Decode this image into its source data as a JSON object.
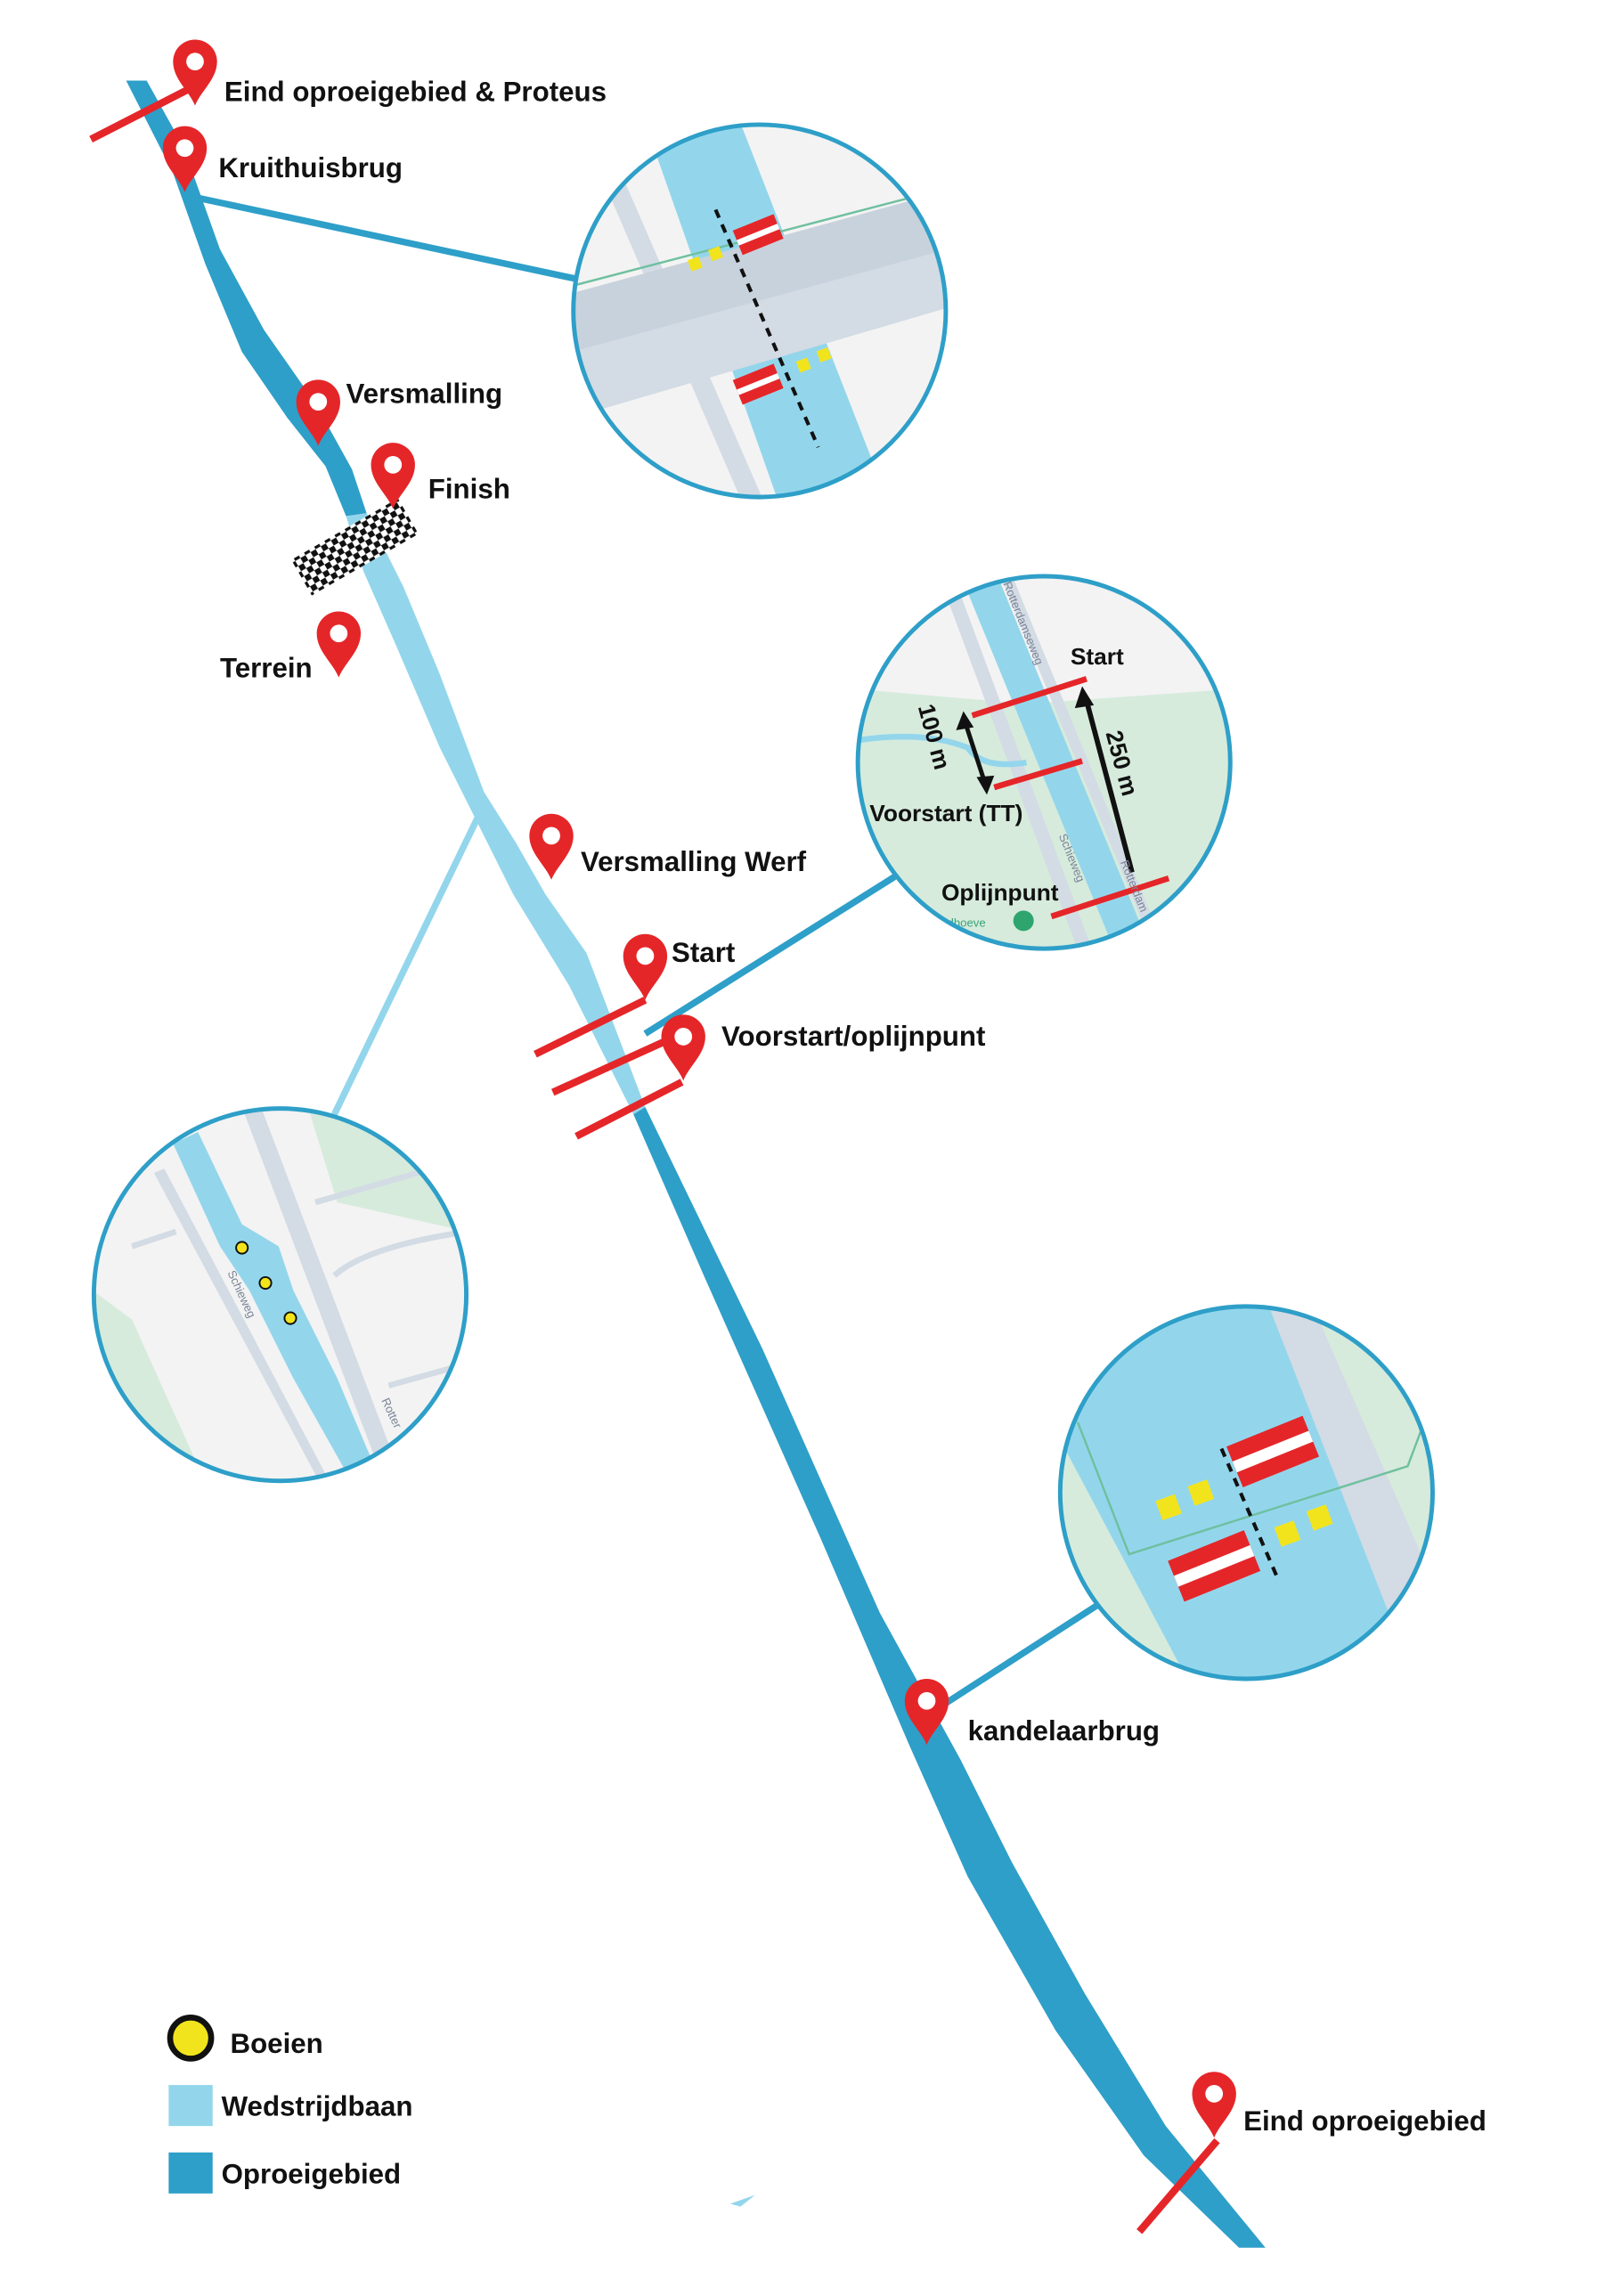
{
  "colors": {
    "oproeigebied": "#2e9fc8",
    "wedstrijdbaan": "#93d6ec",
    "pin": "#e52629",
    "line": "#e52629",
    "buoy": "#f2e41c",
    "circle_border": "#2e9fc8",
    "land": "#f3f3f3",
    "green": "#d6ebdc",
    "road": "#d3dbe4"
  },
  "locations": [
    {
      "label": "Eind oproeigebied & Proteus",
      "icon": "map-pin-icon"
    },
    {
      "label": "Kruithuisbrug",
      "icon": "map-pin-icon"
    },
    {
      "label": "Versmalling",
      "icon": "map-pin-icon"
    },
    {
      "label": "Finish",
      "icon": "map-pin-icon"
    },
    {
      "label": "Terrein",
      "icon": "map-pin-icon"
    },
    {
      "label": "Versmalling Werf",
      "icon": "map-pin-icon"
    },
    {
      "label": "Start",
      "icon": "map-pin-icon"
    },
    {
      "label": "Voorstart/oplijnpunt",
      "icon": "map-pin-icon"
    },
    {
      "label": "kandelaarbrug",
      "icon": "map-pin-icon"
    },
    {
      "label": "Eind oproeigebied",
      "icon": "map-pin-icon"
    }
  ],
  "inset_start": {
    "start": "Start",
    "distance_100": "100 m",
    "distance_250": "250 m",
    "voorstart": "Voorstart (TT)",
    "oplijnpunt": "Oplijnpunt",
    "poi": "dhoeve",
    "road1": "Rotterdamseweg",
    "road2": "Schieweg",
    "road3": "Rotterdam"
  },
  "inset_werf": {
    "road1": "Schieweg",
    "road2": "Rotter"
  },
  "legend": [
    {
      "label": "Boeien",
      "icon": "buoy-icon"
    },
    {
      "label": "Wedstrijdbaan",
      "icon": "course-swatch"
    },
    {
      "label": "Oproeigebied",
      "icon": "area-swatch"
    }
  ]
}
